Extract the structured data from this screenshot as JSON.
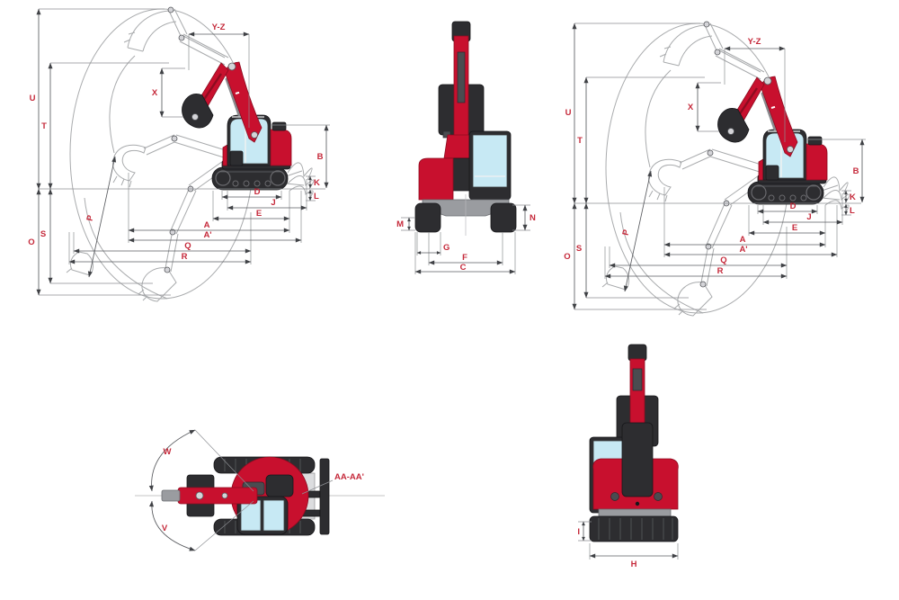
{
  "colors": {
    "bg": "#ffffff",
    "label-red": "#c5293a",
    "machine-red": "#c8102e",
    "machine-red-dark": "#8c0c20",
    "glass-blue": "#c7e9f4",
    "dark": "#2d2d30",
    "ghost": "#a9abad",
    "dim": "#5a5c60"
  },
  "labels": {
    "side": {
      "yz": "Y-Z",
      "x": "X",
      "u": "U",
      "t": "T",
      "o": "O",
      "s": "S",
      "b": "B",
      "k": "K",
      "l": "L",
      "d": "D",
      "j": "J",
      "e": "E",
      "a": "A",
      "a_prime": "A'",
      "q": "Q",
      "r": "R",
      "p": "P"
    },
    "front": {
      "m": "M",
      "n": "N",
      "g": "G",
      "f": "F",
      "c": "C"
    },
    "top": {
      "w": "W",
      "v": "V",
      "aa": "AA-AA'"
    },
    "rear": {
      "i": "I",
      "h": "H"
    }
  }
}
